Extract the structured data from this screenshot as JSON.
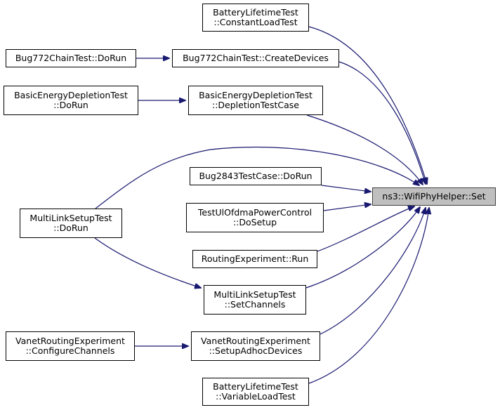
{
  "graph": {
    "edge_color": "#191970",
    "target": {
      "id": "set",
      "lines": [
        "ns3::WifiPhyHelper::Set"
      ],
      "fill": "#bfbfbf"
    },
    "callers": [
      {
        "id": "blt_const",
        "lines": [
          "BatteryLifetimeTest",
          "::ConstantLoadTest"
        ]
      },
      {
        "id": "bug772_run",
        "lines": [
          "Bug772ChainTest::DoRun"
        ]
      },
      {
        "id": "bug772_create",
        "lines": [
          "Bug772ChainTest::CreateDevices"
        ]
      },
      {
        "id": "bed_run",
        "lines": [
          "BasicEnergyDepletionTest",
          "::DoRun"
        ]
      },
      {
        "id": "bed_case",
        "lines": [
          "BasicEnergyDepletionTest",
          "::DepletionTestCase"
        ]
      },
      {
        "id": "bug2843",
        "lines": [
          "Bug2843TestCase::DoRun"
        ]
      },
      {
        "id": "mls_run",
        "lines": [
          "MultiLinkSetupTest",
          "::DoRun"
        ]
      },
      {
        "id": "tuo",
        "lines": [
          "TestUlOfdmaPowerControl",
          "::DoSetup"
        ]
      },
      {
        "id": "rexp",
        "lines": [
          "RoutingExperiment::Run"
        ]
      },
      {
        "id": "mls_chan",
        "lines": [
          "MultiLinkSetupTest",
          "::SetChannels"
        ]
      },
      {
        "id": "vre_conf",
        "lines": [
          "VanetRoutingExperiment",
          "::ConfigureChannels"
        ]
      },
      {
        "id": "vre_adhoc",
        "lines": [
          "VanetRoutingExperiment",
          "::SetupAdhocDevices"
        ]
      },
      {
        "id": "blt_var",
        "lines": [
          "BatteryLifetimeTest",
          "::VariableLoadTest"
        ]
      }
    ],
    "edges": [
      {
        "from": "blt_const",
        "to": "set"
      },
      {
        "from": "bug772_run",
        "to": "bug772_create"
      },
      {
        "from": "bug772_create",
        "to": "set"
      },
      {
        "from": "bed_run",
        "to": "bed_case"
      },
      {
        "from": "bed_case",
        "to": "set"
      },
      {
        "from": "mls_run",
        "to": "set"
      },
      {
        "from": "bug2843",
        "to": "set"
      },
      {
        "from": "tuo",
        "to": "set"
      },
      {
        "from": "rexp",
        "to": "set"
      },
      {
        "from": "mls_chan",
        "to": "set"
      },
      {
        "from": "mls_run",
        "to": "mls_chan"
      },
      {
        "from": "vre_conf",
        "to": "vre_adhoc"
      },
      {
        "from": "vre_adhoc",
        "to": "set"
      },
      {
        "from": "blt_var",
        "to": "set"
      }
    ]
  }
}
